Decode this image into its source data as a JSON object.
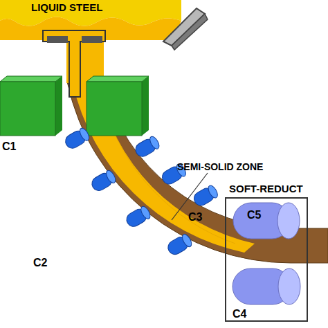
{
  "diagram": {
    "nodes": [
      {
        "text": [
          "SOFT-REDUCT"
        ]
      },
      {
        "text": [
          "C5"
        ],
        "in": 0
      }
    ],
    "labels": [
      "LIQUID STEEL",
      "SEMI-SOLID ZONE",
      "C1",
      "C2",
      "C3",
      "C4"
    ]
  }
}
